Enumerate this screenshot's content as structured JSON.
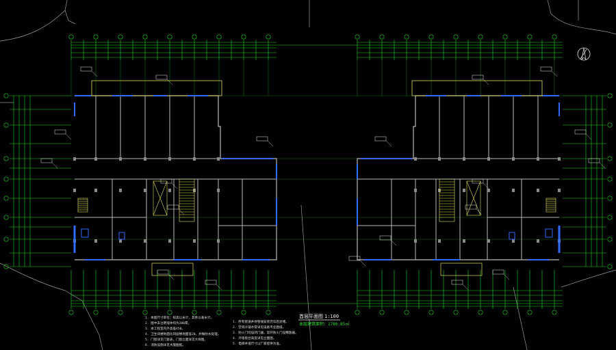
{
  "colors": {
    "background": "#000000",
    "dimension": "#22d622",
    "wall": "#b9b9b9",
    "window": "#2f6bff",
    "stair": "#e0e060",
    "site": "#bdbdbd",
    "text": "#e8e8e8"
  },
  "drawing": {
    "title": "首层平面图",
    "scale": "1:100",
    "subtitle": "本层建筑面积：1780.85㎡",
    "north_symbol": "north-arrow-icon"
  },
  "notes": {
    "left": [
      "1. 本图尺寸单位：标高以米计，其余以毫米计。",
      "2. 图中未注明墙体均为200厚。",
      "3. 本工程室内外高差450。",
      "4. 卫生间楼地面比同层楼地面低20，并做防水处理。",
      "5. 门窗详见门窗表，门窗立面详见大样图。",
      "6. 消防设施详见水施图纸。"
    ],
    "right": [
      "1. 所有管道井待管线安装完毕后封堵。",
      "2. 空调冷凝水管详见设备专业图纸。",
      "3. 防火门均设闭门器，常开防火门设释放器。",
      "4. 外墙窗台高度详见立面图。",
      "5. 电梯井道尺寸以厂家提供为准。"
    ]
  }
}
